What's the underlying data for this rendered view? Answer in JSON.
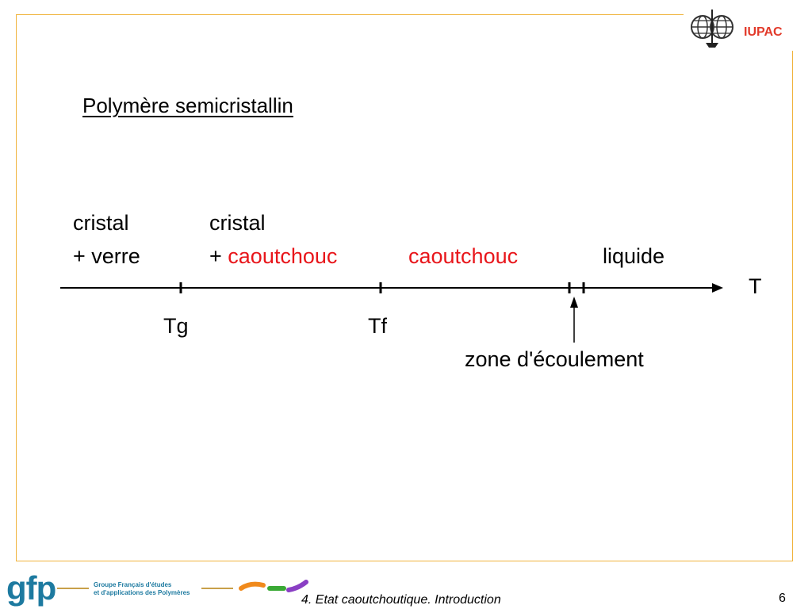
{
  "header": {
    "logo_text": "IUPAC"
  },
  "slide": {
    "title": "Polymère semicristallin",
    "regions": [
      {
        "line1": "cristal",
        "line2": "+ verre"
      },
      {
        "line1": "cristal",
        "line2_prefix": "+ ",
        "line2_red": "caoutchouc"
      },
      {
        "label": "caoutchouc"
      },
      {
        "label": "liquide"
      }
    ],
    "axis_label": "T",
    "ticks": {
      "tg": "Tg",
      "tf": "Tf"
    },
    "annotation": "zone d'écoulement"
  },
  "footer": {
    "logo_text": "gfp",
    "org_line1": "Groupe Français d'études",
    "org_line2": "et d'applications des Polymères",
    "title": "4. Etat caoutchoutique. Introduction",
    "page": "6"
  },
  "colors": {
    "frame": "#f0b33c",
    "accent_red": "#e8161b",
    "gfp_blue": "#1d7aa0"
  }
}
